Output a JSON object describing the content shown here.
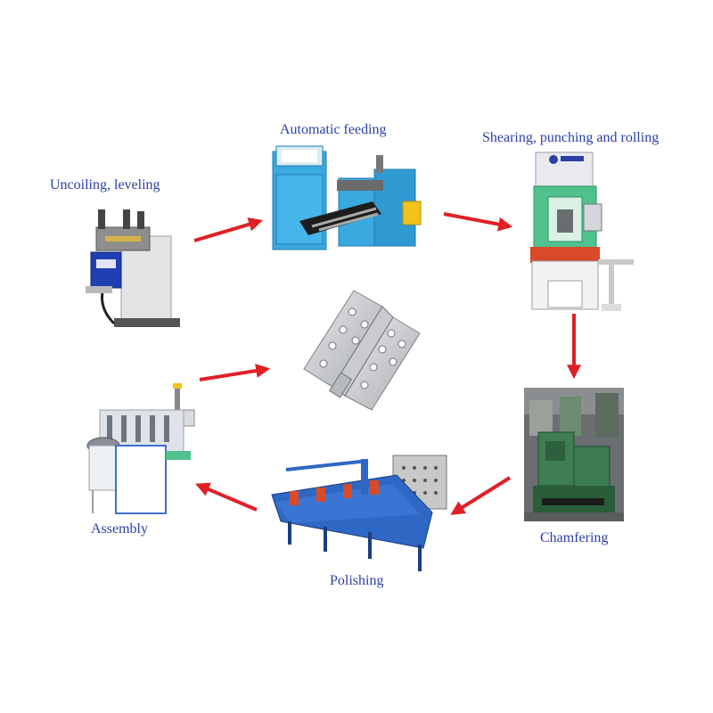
{
  "stages": [
    {
      "id": "uncoiling",
      "label": "Uncoiling, leveling",
      "icon": "uncoiling-leveling-machine-icon"
    },
    {
      "id": "feeding",
      "label": "Automatic feeding",
      "icon": "automatic-feeder-machine-icon"
    },
    {
      "id": "punching",
      "label": "Shearing, punching and rolling",
      "icon": "punch-press-machine-icon"
    },
    {
      "id": "chamfering",
      "label": "Chamfering",
      "icon": "chamfering-machine-icon"
    },
    {
      "id": "polishing",
      "label": "Polishing",
      "icon": "polishing-machine-icon"
    },
    {
      "id": "assembly",
      "label": "Assembly",
      "icon": "assembly-machine-icon"
    }
  ],
  "product": {
    "icon": "door-hinge-icon"
  },
  "colors": {
    "label": "#2b3fa6",
    "arrow": "#e01f26",
    "feeder_blue": "#3aa9e0",
    "press_green": "#4fc28e",
    "polisher_blue": "#2f67c5",
    "accent_yellow": "#f3c21c"
  }
}
